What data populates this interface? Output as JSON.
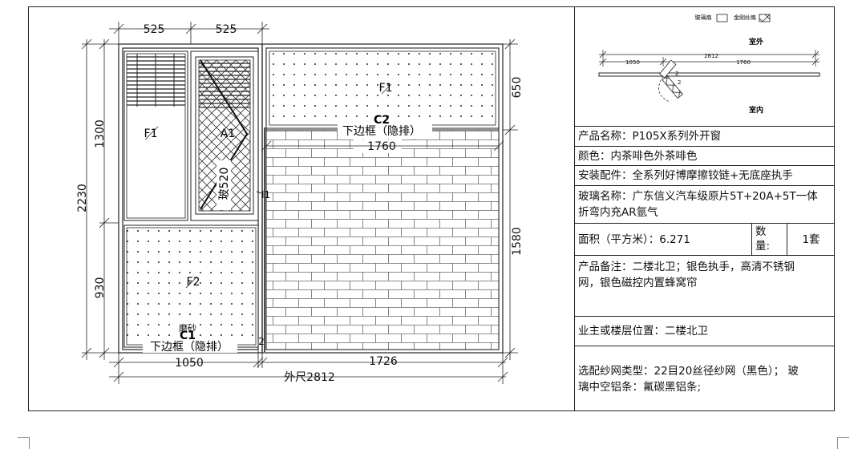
{
  "drawing": {
    "dims": {
      "top_left": "525",
      "top_right": "525",
      "left_upper": "1300",
      "left_total": "2230",
      "left_lower": "930",
      "right_upper": "650",
      "right_lower": "1580",
      "bottom_left": "1050",
      "bottom_right": "1726",
      "bottom_gap": "2",
      "overall": "外尺2812",
      "mid_width": "1760"
    },
    "labels": {
      "f1_left": "F1",
      "a1": "A1",
      "glass": "玻520",
      "f1_right": "F1",
      "c2": "C2",
      "hidden_frame_right": "下边框（隐排）",
      "f2": "F2",
      "c1_small": "磨砂",
      "c1": "C1",
      "hidden_frame_left": "下边框（隐排）",
      "mullion_mark": "I1"
    }
  },
  "plan": {
    "legend_glass": "玻璃扇",
    "legend_screen": "金刚纱扇",
    "outside": "室外",
    "inside": "室内",
    "dim_total": "2812",
    "dim_left": "1050",
    "dim_right": "1760",
    "mark_2a": "2",
    "mark_2b": "2"
  },
  "info": {
    "product_name": "产品名称：P105X系列外开窗",
    "color": "颜色：内茶啡色外茶啡色",
    "hardware": "安装配件：全系列好博摩擦铰链+无底座执手",
    "glass_line1": "玻璃名称：广东信义汽车级原片5T+20A+5T一体",
    "glass_line2": "折弯内充AR氩气",
    "area": "面积（平方米）：6.271",
    "qty_label_1": "数",
    "qty_label_2": "量:",
    "qty_value": "1套",
    "remark_line1": "产品备注：二楼北卫；银色执手，高清不锈钢",
    "remark_line2": "网，银色磁控内置蜂窝帘",
    "location": "业主或楼层位置：二楼北卫",
    "screen_line1": "选配纱网类型：22目20丝径纱网（黑色）；  玻",
    "screen_line2": "璃中空铝条：氟碳黑铝条;"
  }
}
